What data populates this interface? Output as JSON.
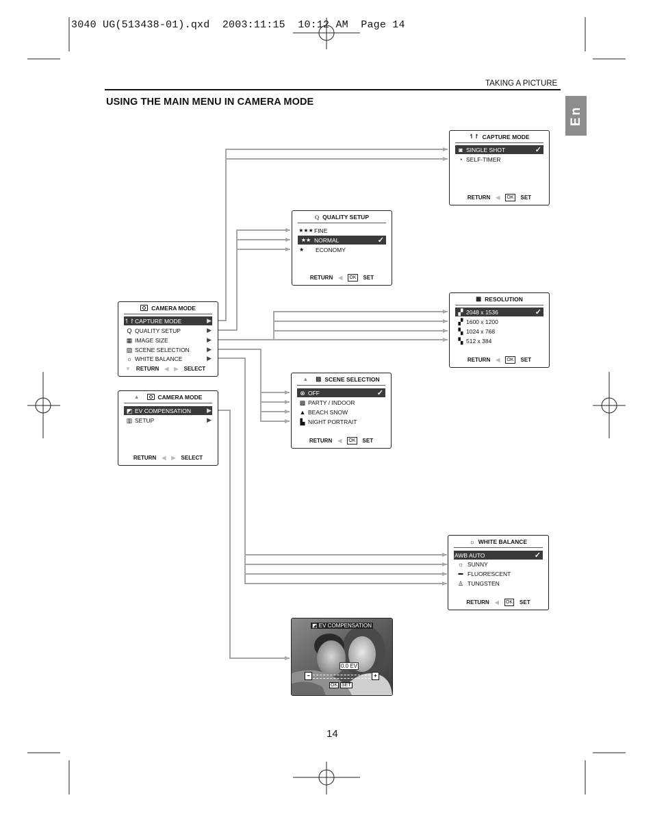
{
  "header": {
    "slug": "3040 UG(513438-01).qxd  2003:11:15  10:12 AM  Page 14",
    "section_label": "TAKING A PICTURE",
    "title": "USING THE MAIN MENU IN CAMERA MODE",
    "language_tab": "En"
  },
  "colors": {
    "connector": "#a6a6a6",
    "selected_row": "#3a3a3a",
    "tab": "#8c8c8c"
  },
  "camera_mode_menu_1": {
    "title": "CAMERA MODE",
    "items": [
      {
        "icon": "capture-mode-icon",
        "glyph": "↿↾",
        "label": "CAPTURE MODE",
        "selected": true
      },
      {
        "icon": "quality-icon",
        "glyph": "Q",
        "label": "QUALITY SETUP"
      },
      {
        "icon": "image-size-icon",
        "glyph": "▦",
        "label": "IMAGE SIZE"
      },
      {
        "icon": "scene-icon",
        "glyph": "▨",
        "label": "SCENE SELECTION"
      },
      {
        "icon": "white-balance-icon",
        "glyph": "☼",
        "label": "WHITE BALANCE"
      }
    ],
    "footer": {
      "left": "RETURN",
      "right": "SELECT"
    }
  },
  "camera_mode_menu_2": {
    "title": "CAMERA MODE",
    "items": [
      {
        "icon": "ev-icon",
        "glyph": "◩",
        "label": "EV COMPENSATION",
        "selected": true
      },
      {
        "icon": "setup-icon",
        "glyph": "▥",
        "label": "SETUP"
      }
    ],
    "footer": {
      "left": "RETURN",
      "right": "SELECT"
    }
  },
  "capture_mode": {
    "title": "CAPTURE MODE",
    "items": [
      {
        "icon": "single-shot-icon",
        "glyph": "◙",
        "label": "SINGLE SHOT",
        "selected": true
      },
      {
        "icon": "self-timer-icon",
        "glyph": "◔",
        "label": "SELF-TIMER"
      }
    ],
    "footer": {
      "left": "RETURN",
      "ok": "OK",
      "right": "SET"
    }
  },
  "quality_setup": {
    "title_glyph": "Q",
    "title": "QUALITY  SETUP",
    "items": [
      {
        "glyph": "★★★",
        "label": "FINE"
      },
      {
        "glyph": "★★",
        "label": "NORMAL",
        "selected": true
      },
      {
        "glyph": "★",
        "label": "ECONOMY"
      }
    ],
    "footer": {
      "left": "RETURN",
      "ok": "OK",
      "right": "SET"
    }
  },
  "resolution": {
    "title": "RESOLUTION",
    "items": [
      {
        "glyph": "▞",
        "label": "2048 x 1536",
        "selected": true
      },
      {
        "glyph": "▞",
        "label": "1600 x 1200"
      },
      {
        "glyph": "▚",
        "label": "1024 x 768"
      },
      {
        "glyph": "▚",
        "label": "512 x 384"
      }
    ],
    "footer": {
      "left": "RETURN",
      "ok": "OK",
      "right": "SET"
    }
  },
  "scene_selection": {
    "title": "SCENE  SELECTION",
    "items": [
      {
        "glyph": "⊗",
        "label": "OFF",
        "selected": true
      },
      {
        "glyph": "▩",
        "label": "PARTY / INDOOR"
      },
      {
        "glyph": "▲",
        "label": "BEACH SNOW"
      },
      {
        "glyph": "▙",
        "label": "NIGHT PORTRAIT"
      }
    ],
    "footer": {
      "left": "RETURN",
      "ok": "OK",
      "right": "SET"
    }
  },
  "white_balance": {
    "title": "WHITE BALANCE",
    "items": [
      {
        "glyph": "",
        "label": "AWB AUTO",
        "selected": true
      },
      {
        "glyph": "☼",
        "label": "SUNNY"
      },
      {
        "glyph": "▬",
        "label": "FLUORESCENT"
      },
      {
        "glyph": "♙",
        "label": "TUNGSTEN"
      }
    ],
    "footer": {
      "left": "RETURN",
      "ok": "OK",
      "right": "SET"
    }
  },
  "ev_screen": {
    "label": "EV COMPENSATION",
    "value": "0.0  EV",
    "minus": "−",
    "plus": "+",
    "ok": "OK",
    "set": "SET"
  },
  "page_number": "14"
}
